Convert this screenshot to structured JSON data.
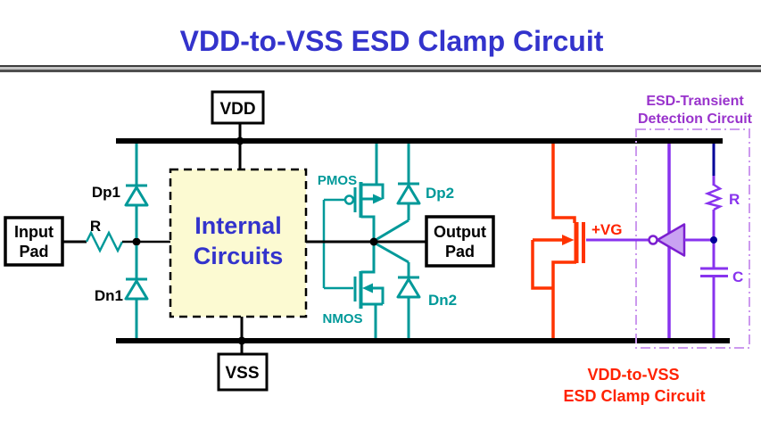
{
  "title": "VDD-to-VSS ESD Clamp Circuit",
  "rails": {
    "vdd": "VDD",
    "vss": "VSS"
  },
  "pads": {
    "input_line1": "Input",
    "input_line2": "Pad",
    "output_line1": "Output",
    "output_line2": "Pad"
  },
  "internal_circuits": {
    "line1": "Internal",
    "line2": "Circuits"
  },
  "labels": {
    "dp1": "Dp1",
    "dn1": "Dn1",
    "dp2": "Dp2",
    "dn2": "Dn2",
    "input_resistor": "R",
    "pmos": "PMOS",
    "nmos": "NMOS",
    "gate_voltage": "+VG",
    "detection_resistor": "R",
    "detection_capacitor": "C"
  },
  "captions": {
    "detection_line1": "ESD-Transient",
    "detection_line2": "Detection Circuit",
    "clamp_line1": "VDD-to-VSS",
    "clamp_line2": "ESD Clamp Circuit"
  },
  "colors": {
    "title_blue": "#3333CC",
    "internal_text_blue": "#3333CC",
    "device_teal": "#009999",
    "wire_black": "#000000",
    "clamp_orange": "#FF3300",
    "caption_red": "#FF2200",
    "detection_purple": "#8833EE",
    "detection_outline_purple": "#7B1FD0",
    "detection_label_purple": "#9933CC",
    "detection_border_lilac": "#CC99EE",
    "rc_navy": "#000099",
    "internal_box_fill": "#FCFAD2"
  }
}
